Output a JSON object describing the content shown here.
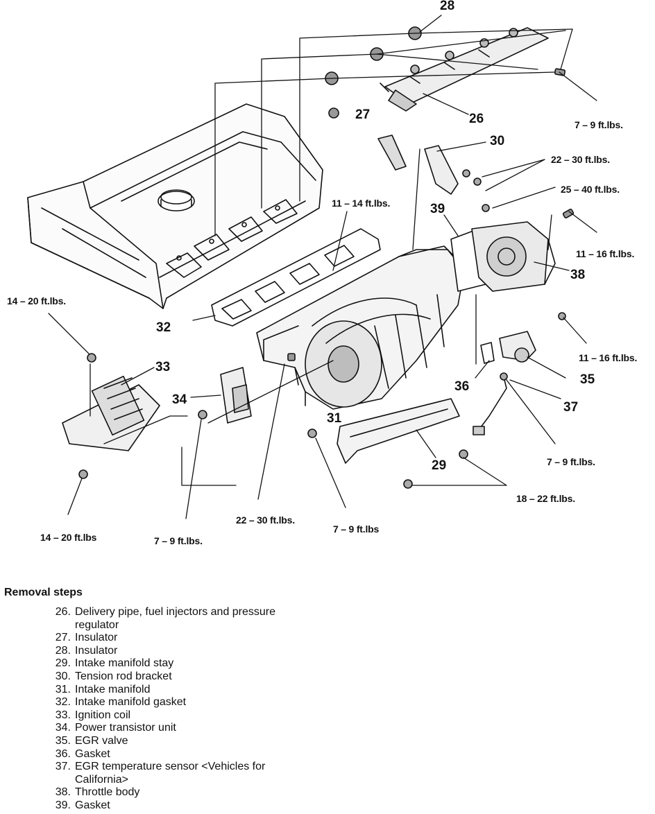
{
  "callouts": {
    "c26": "26",
    "c27": "27",
    "c28": "28",
    "c29": "29",
    "c30": "30",
    "c31": "31",
    "c32": "32",
    "c33": "33",
    "c34": "34",
    "c35": "35",
    "c36": "36",
    "c37": "37",
    "c38": "38",
    "c39": "39"
  },
  "torques": {
    "t_7_9_top": "7 – 9 ft.lbs.",
    "t_22_30_right": "22 – 30 ft.lbs.",
    "t_25_40": "25 – 40 ft.lbs.",
    "t_11_14": "11 – 14 ft.lbs.",
    "t_11_16_upper": "11 – 16 ft.lbs.",
    "t_14_20_left": "14 – 20 ft.lbs.",
    "t_11_16_lower": "11 – 16 ft.lbs.",
    "t_7_9_right": "7 – 9 ft.lbs.",
    "t_18_22": "18 – 22 ft.lbs.",
    "t_22_30_bottom": "22 – 30 ft.lbs.",
    "t_7_9_bottom_mid": "7 – 9 ft.lbs",
    "t_14_20_bottom": "14 – 20 ft.lbs",
    "t_7_9_bottom_left": "7 – 9 ft.lbs."
  },
  "removal": {
    "title": "Removal steps",
    "steps": [
      {
        "num": "26.",
        "text": "Delivery pipe, fuel injectors and pressure regulator"
      },
      {
        "num": "27.",
        "text": "Insulator"
      },
      {
        "num": "28.",
        "text": "Insulator"
      },
      {
        "num": "29.",
        "text": "Intake manifold stay"
      },
      {
        "num": "30.",
        "text": "Tension rod bracket"
      },
      {
        "num": "31.",
        "text": "Intake manifold"
      },
      {
        "num": "32.",
        "text": "Intake manifold gasket"
      },
      {
        "num": "33.",
        "text": "Ignition coil"
      },
      {
        "num": "34.",
        "text": "Power transistor unit"
      },
      {
        "num": "35.",
        "text": "EGR valve"
      },
      {
        "num": "36.",
        "text": "Gasket"
      },
      {
        "num": "37.",
        "text": "EGR temperature sensor <Vehicles for California>"
      },
      {
        "num": "38.",
        "text": "Throttle body"
      },
      {
        "num": "39.",
        "text": "Gasket"
      }
    ]
  }
}
